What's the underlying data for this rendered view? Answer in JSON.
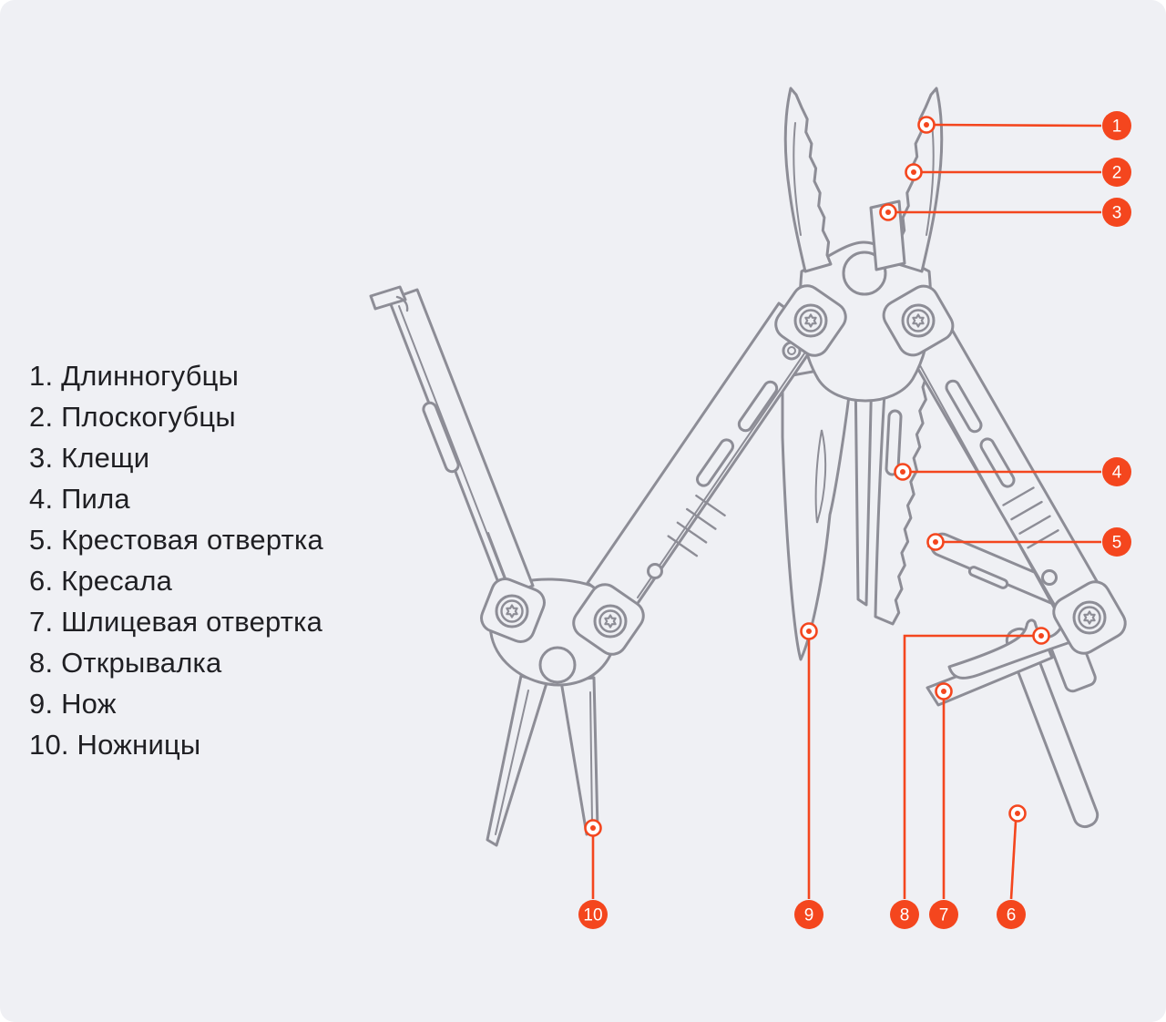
{
  "diagram_title": "multitool-parts-diagram",
  "colors": {
    "canvas_background": "#eff0f4",
    "line_art": "#8d8d96",
    "accent_orange": "#f4461e",
    "legend_text": "#1f1f23",
    "badge_number": "#ffffff"
  },
  "legend": {
    "items": [
      {
        "number": "1",
        "label": "Длинногубцы",
        "text": "1. Длинногубцы"
      },
      {
        "number": "2",
        "label": "Плоскогубцы",
        "text": "2. Плоскогубцы"
      },
      {
        "number": "3",
        "label": "Клещи",
        "text": "3. Клещи"
      },
      {
        "number": "4",
        "label": "Пила",
        "text": "4. Пила"
      },
      {
        "number": "5",
        "label": "Крестовая отвертка",
        "text": "5. Крестовая отвертка"
      },
      {
        "number": "6",
        "label": "Кресала",
        "text": "6. Кресала"
      },
      {
        "number": "7",
        "label": "Шлицевая отвертка",
        "text": "7. Шлицевая отвертка"
      },
      {
        "number": "8",
        "label": "Открывалка",
        "text": "8. Открывалка"
      },
      {
        "number": "9",
        "label": "Нож",
        "text": "9. Нож"
      },
      {
        "number": "10",
        "label": "Ножницы",
        "text": "10. Ножницы"
      }
    ]
  },
  "callouts": {
    "badges": [
      {
        "number": "1"
      },
      {
        "number": "2"
      },
      {
        "number": "3"
      },
      {
        "number": "4"
      },
      {
        "number": "5"
      },
      {
        "number": "6"
      },
      {
        "number": "7"
      },
      {
        "number": "8"
      },
      {
        "number": "9"
      },
      {
        "number": "10"
      }
    ]
  }
}
